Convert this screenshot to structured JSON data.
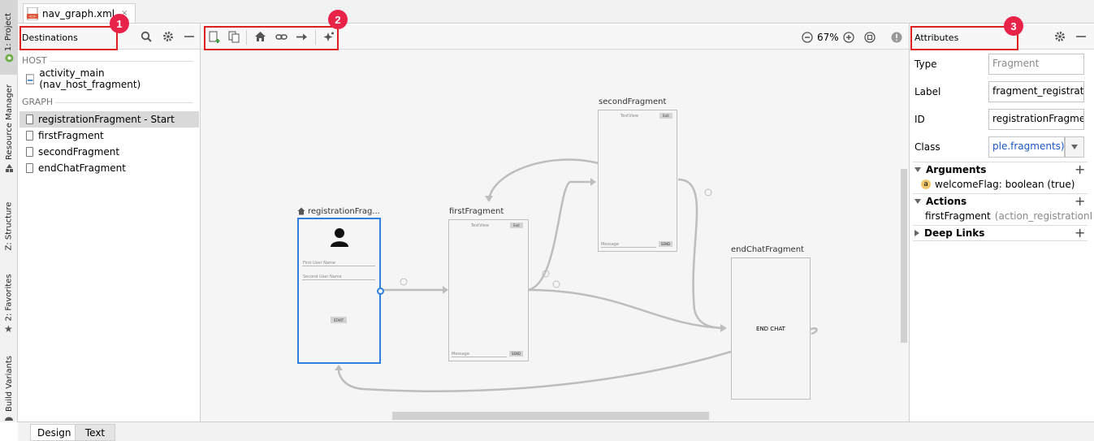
{
  "file_tab": {
    "name": "nav_graph.xml",
    "close": "×"
  },
  "tool_strip": {
    "project": "1: Project",
    "resource_manager": "Resource Manager",
    "structure": "Z: Structure",
    "favorites": "2: Favorites",
    "build_variants": "Build Variants"
  },
  "destinations_panel": {
    "title": "Destinations",
    "host_header": "HOST",
    "host_item": "activity_main (nav_host_fragment)",
    "graph_header": "GRAPH",
    "items": [
      {
        "label": "registrationFragment - Start",
        "selected": true
      },
      {
        "label": "firstFragment",
        "selected": false
      },
      {
        "label": "secondFragment",
        "selected": false
      },
      {
        "label": "endChatFragment",
        "selected": false
      }
    ]
  },
  "toolbar": {
    "zoom": "67%"
  },
  "badges": [
    "1",
    "2",
    "3"
  ],
  "canvas": {
    "nodes": {
      "registration": {
        "label": "registrationFrag...",
        "first_hint": "First User Name",
        "second_hint": "Second User Name",
        "button": "START"
      },
      "first": {
        "label": "firstFragment",
        "textview": "TextView",
        "top_btn": "Exit",
        "hint": "Message",
        "bottom_btn": "SEND"
      },
      "second": {
        "label": "secondFragment",
        "textview": "TextView",
        "top_btn": "Exit",
        "hint": "Message",
        "bottom_btn": "SEND"
      },
      "endchat": {
        "label": "endChatFragment",
        "text": "END CHAT"
      }
    }
  },
  "attributes": {
    "title": "Attributes",
    "type_label": "Type",
    "type_value": "Fragment",
    "label_label": "Label",
    "label_value": "fragment_registration",
    "id_label": "ID",
    "id_value": "registrationFragment",
    "class_label": "Class",
    "class_value": "ple.fragments)",
    "arguments": "Arguments",
    "argument_item": "welcomeFlag: boolean (true)",
    "argument_badge": "a",
    "actions": "Actions",
    "action_item": "firstFragment",
    "action_detail": "(action_registrationFr",
    "deep_links": "Deep Links"
  },
  "bottom_tabs": {
    "design": "Design",
    "text": "Text"
  },
  "colors": {
    "highlight": "#e02020",
    "badge": "#e8234a",
    "selection": "#2f7fe0",
    "class_value": "#1a56c8"
  }
}
